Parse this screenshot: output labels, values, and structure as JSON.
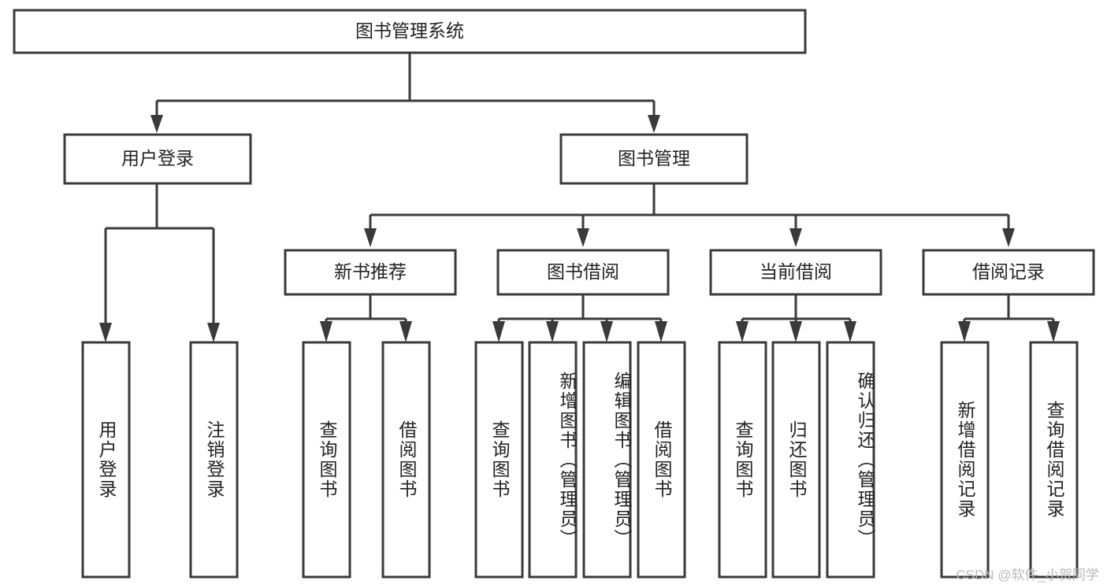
{
  "diagram": {
    "title": "图书管理系统",
    "watermark": "CSDN @软件_小贺同学",
    "colors": {
      "stroke": "#3a3a3a",
      "box_fill": "#ffffff",
      "text": "#222222",
      "background": "#ffffff",
      "watermark": "#b9b9b9"
    },
    "levels": {
      "root": {
        "label": "图书管理系统"
      },
      "level2": [
        {
          "label": "用户登录"
        },
        {
          "label": "图书管理"
        }
      ],
      "level3": [
        {
          "label": "新书推荐"
        },
        {
          "label": "图书借阅"
        },
        {
          "label": "当前借阅"
        },
        {
          "label": "借阅记录"
        }
      ],
      "leaves": {
        "user_login": [
          {
            "label": "用户登录"
          },
          {
            "label": "注销登录"
          }
        ],
        "new_book_recommend": [
          {
            "label": "查询图书"
          },
          {
            "label": "借阅图书"
          }
        ],
        "book_borrow": [
          {
            "label": "查询图书"
          },
          {
            "label": "新增图书（管理员）"
          },
          {
            "label": "编辑图书（管理员）"
          },
          {
            "label": "借阅图书"
          }
        ],
        "current_borrow": [
          {
            "label": "查询图书"
          },
          {
            "label": "归还图书"
          },
          {
            "label": "确认归还（管理员）"
          }
        ],
        "borrow_record": [
          {
            "label": "新增借阅记录"
          },
          {
            "label": "查询借阅记录"
          }
        ]
      }
    }
  }
}
